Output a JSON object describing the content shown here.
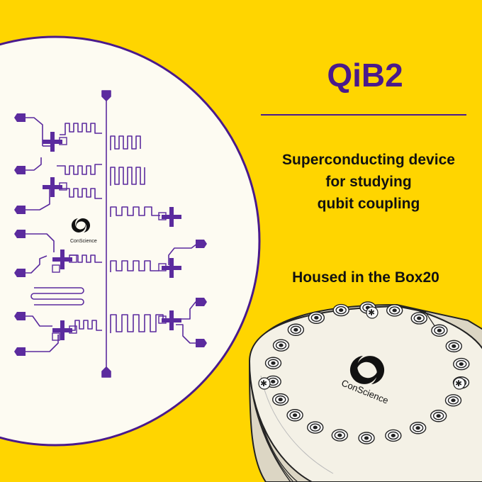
{
  "product": {
    "title": "QiB2",
    "description_lines": [
      "Superconducting device",
      "for studying",
      "qubit coupling"
    ],
    "housing_text": "Housed in the Box20"
  },
  "chip": {
    "logo_text": "ConScience"
  },
  "box": {
    "logo_text": "ConScience"
  },
  "colors": {
    "background": "#ffd500",
    "circuit": "#5b2b9e",
    "accent": "#4a1a8c",
    "wafer": "#fdfbf2",
    "box_body": "#f4f1e6"
  }
}
